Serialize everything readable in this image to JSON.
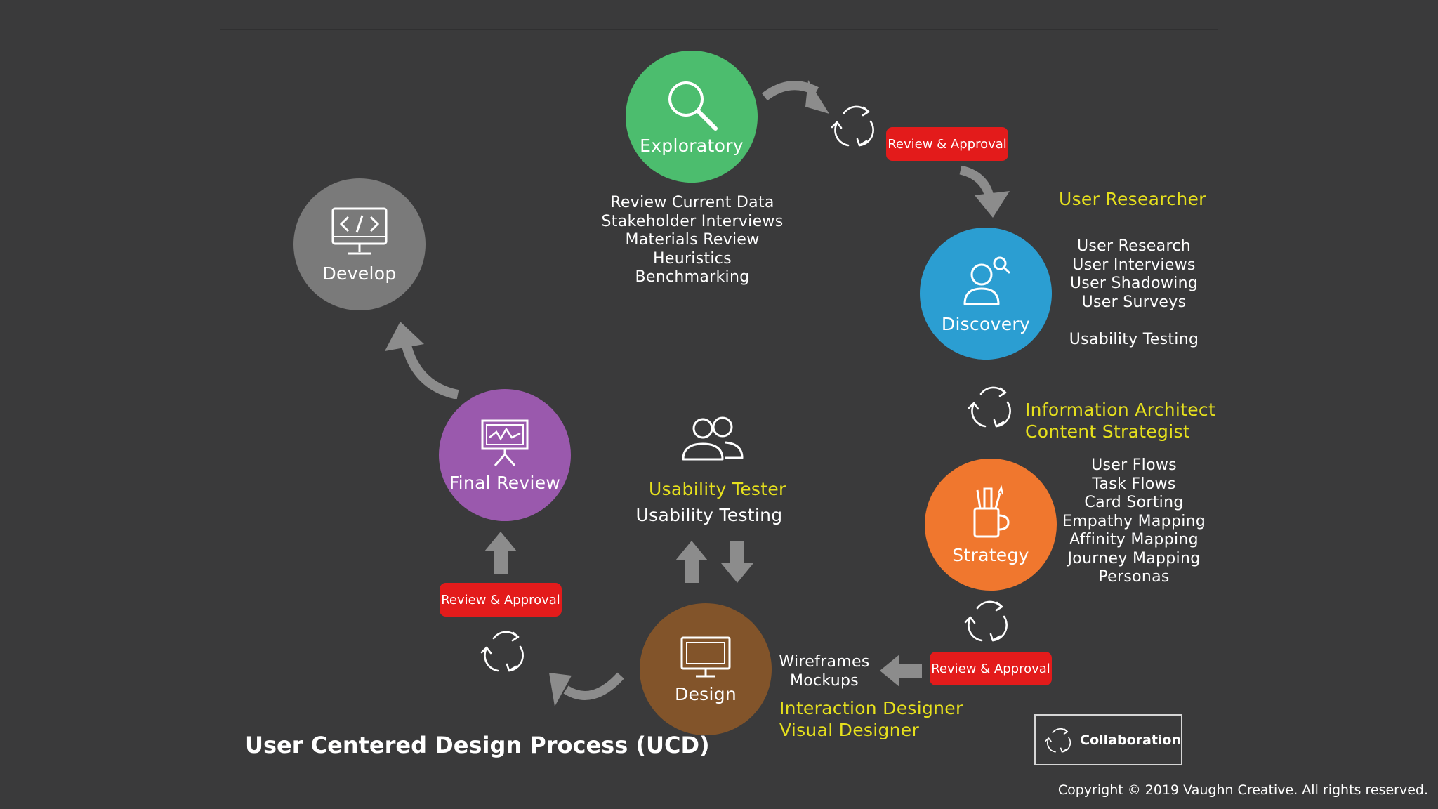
{
  "diagram": {
    "title": "User Centered Design Process (UCD)",
    "copyright": "Copyright © 2019 Vaughn Creative. All rights reserved.",
    "legend_label": "Collaboration",
    "review_label": "Review & Approval",
    "stages": {
      "exploratory": {
        "label": "Exploratory",
        "color": "#4cbd6e",
        "icon": "magnifier-icon"
      },
      "discovery": {
        "label": "Discovery",
        "color": "#2b9ed2",
        "icon": "user-search-icon"
      },
      "strategy": {
        "label": "Strategy",
        "color": "#f0772e",
        "icon": "pencil-cup-icon"
      },
      "design": {
        "label": "Design",
        "color": "#82542a",
        "icon": "monitor-icon"
      },
      "final_review": {
        "label": "Final Review",
        "color": "#9a59ad",
        "icon": "presentation-board-icon"
      },
      "develop": {
        "label": "Develop",
        "color": "#7a7a7a",
        "icon": "code-monitor-icon"
      }
    },
    "exploratory_activities": [
      "Review Current Data",
      "Stakeholder Interviews",
      "Materials Review",
      "Heuristics",
      "Benchmarking"
    ],
    "discovery_role": "User Researcher",
    "discovery_activities": [
      "User Research",
      "User Interviews",
      "User Shadowing",
      "User Surveys"
    ],
    "discovery_extra": "Usability Testing",
    "strategy_roles": [
      "Information Architect",
      "Content Strategist"
    ],
    "strategy_activities": [
      "User Flows",
      "Task Flows",
      "Card Sorting",
      "Empathy Mapping",
      "Affinity Mapping",
      "Journey Mapping",
      "Personas"
    ],
    "design_activities": [
      "Wireframes",
      "Mockups"
    ],
    "design_roles": [
      "Interaction Designer",
      "Visual Designer"
    ],
    "testing_role": "Usability Tester",
    "testing_activity": "Usability Testing",
    "colors": {
      "background": "#3a3a3b",
      "role_text": "#e6e01d",
      "badge": "#e31b1b",
      "arrow": "#8c8c8c"
    }
  }
}
